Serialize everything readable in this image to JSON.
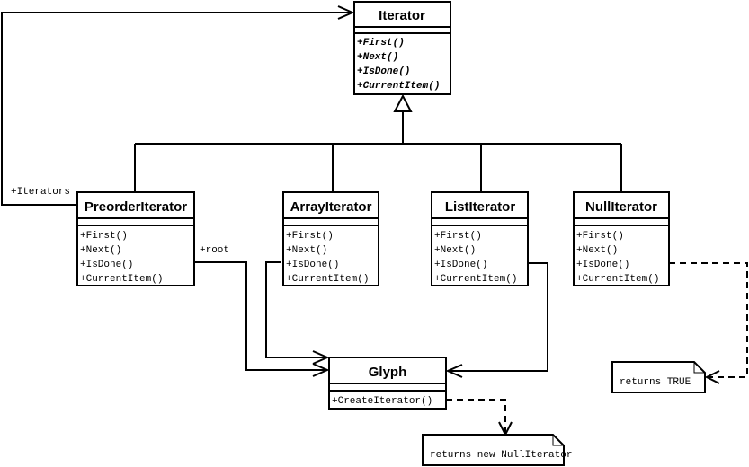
{
  "classes": {
    "iterator": {
      "name": "Iterator",
      "methods": [
        "+First()",
        "+Next()",
        "+IsDone()",
        "+CurrentItem()"
      ]
    },
    "preorder": {
      "name": "PreorderIterator",
      "methods": [
        "+First()",
        "+Next()",
        "+IsDone()",
        "+CurrentItem()"
      ]
    },
    "array": {
      "name": "ArrayIterator",
      "methods": [
        "+First()",
        "+Next()",
        "+IsDone()",
        "+CurrentItem()"
      ]
    },
    "list": {
      "name": "ListIterator",
      "methods": [
        "+First()",
        "+Next()",
        "+IsDone()",
        "+CurrentItem()"
      ]
    },
    "null": {
      "name": "NullIterator",
      "methods": [
        "+First()",
        "+Next()",
        "+IsDone()",
        "+CurrentItem()"
      ]
    },
    "glyph": {
      "name": "Glyph",
      "methods": [
        "+CreateIterator()"
      ]
    }
  },
  "labels": {
    "iterators": "+Iterators",
    "root": "+root"
  },
  "notes": {
    "null_isdone": "returns TRUE",
    "glyph_create": "returns new NullIterator"
  }
}
